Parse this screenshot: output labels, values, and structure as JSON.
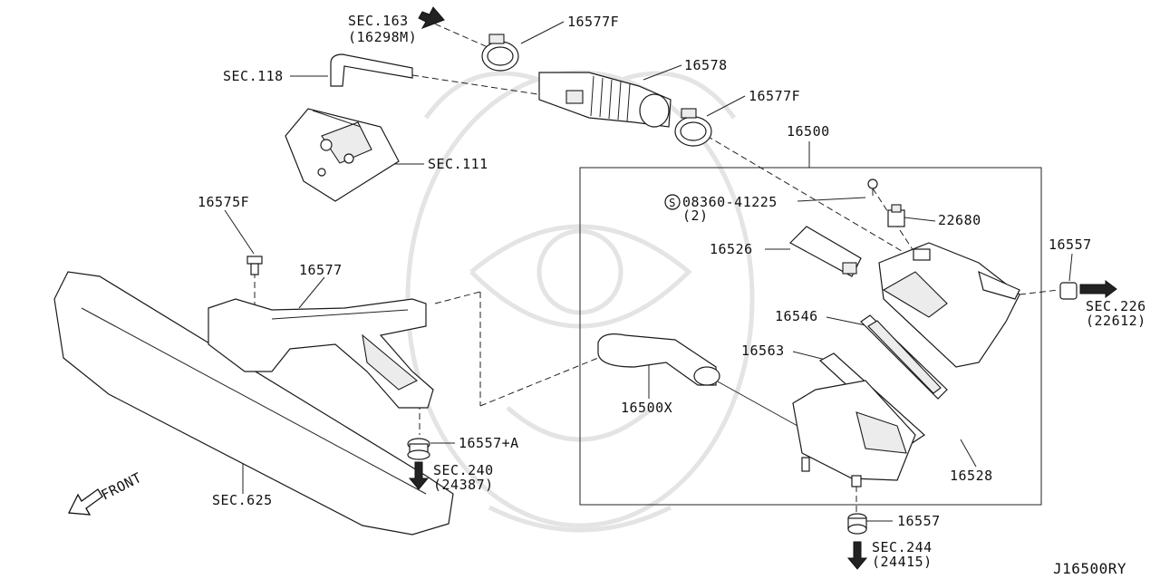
{
  "diagram_id": "J16500RY",
  "labels": {
    "sec163": "SEC.163",
    "sec163_ref": "(16298M)",
    "p16577F_top": "16577F",
    "p16578": "16578",
    "sec118": "SEC.118",
    "p16577F_mid": "16577F",
    "sec111": "SEC.111",
    "p16500": "16500",
    "p16575F": "16575F",
    "bolt": "08360-41225",
    "bolt_qty": "(2)",
    "p22680": "22680",
    "p16526": "16526",
    "p16557_right": "16557",
    "p16577": "16577",
    "sec226": "SEC.226",
    "sec226_ref": "(22612)",
    "p16546": "16546",
    "p16563": "16563",
    "p16500X": "16500X",
    "p16557A": "16557+A",
    "sec240": "SEC.240",
    "sec240_ref": "(24387)",
    "front": "FRONT",
    "p16528": "16528",
    "sec625": "SEC.625",
    "p16557_bottom": "16557",
    "sec244": "SEC.244",
    "sec244_ref": "(24415)",
    "circle_s": "S"
  },
  "colors": {
    "ink": "#111111",
    "watermark": "#e4e4e4",
    "background": "#ffffff"
  }
}
